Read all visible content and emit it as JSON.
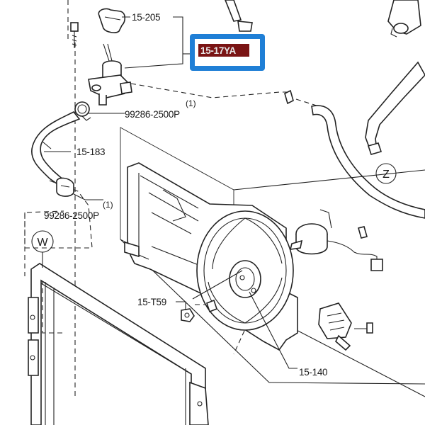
{
  "labels": {
    "cap": "15-205",
    "highlighted": "15-17YA",
    "clamp_top_qty": "(1)",
    "clamp_top": "99286-2500P",
    "hose": "15-183",
    "clamp_bottom_qty": "(1)",
    "clamp_bottom": "99286-2500P",
    "bolt": "15-T59",
    "fan": "15-140"
  },
  "markers": {
    "w": "W",
    "z": "Z"
  },
  "colors": {
    "highlight_border": "#1f7fd6",
    "highlight_fill": "#7a1414",
    "highlight_text": "#e8e8e8",
    "line": "#222222"
  }
}
